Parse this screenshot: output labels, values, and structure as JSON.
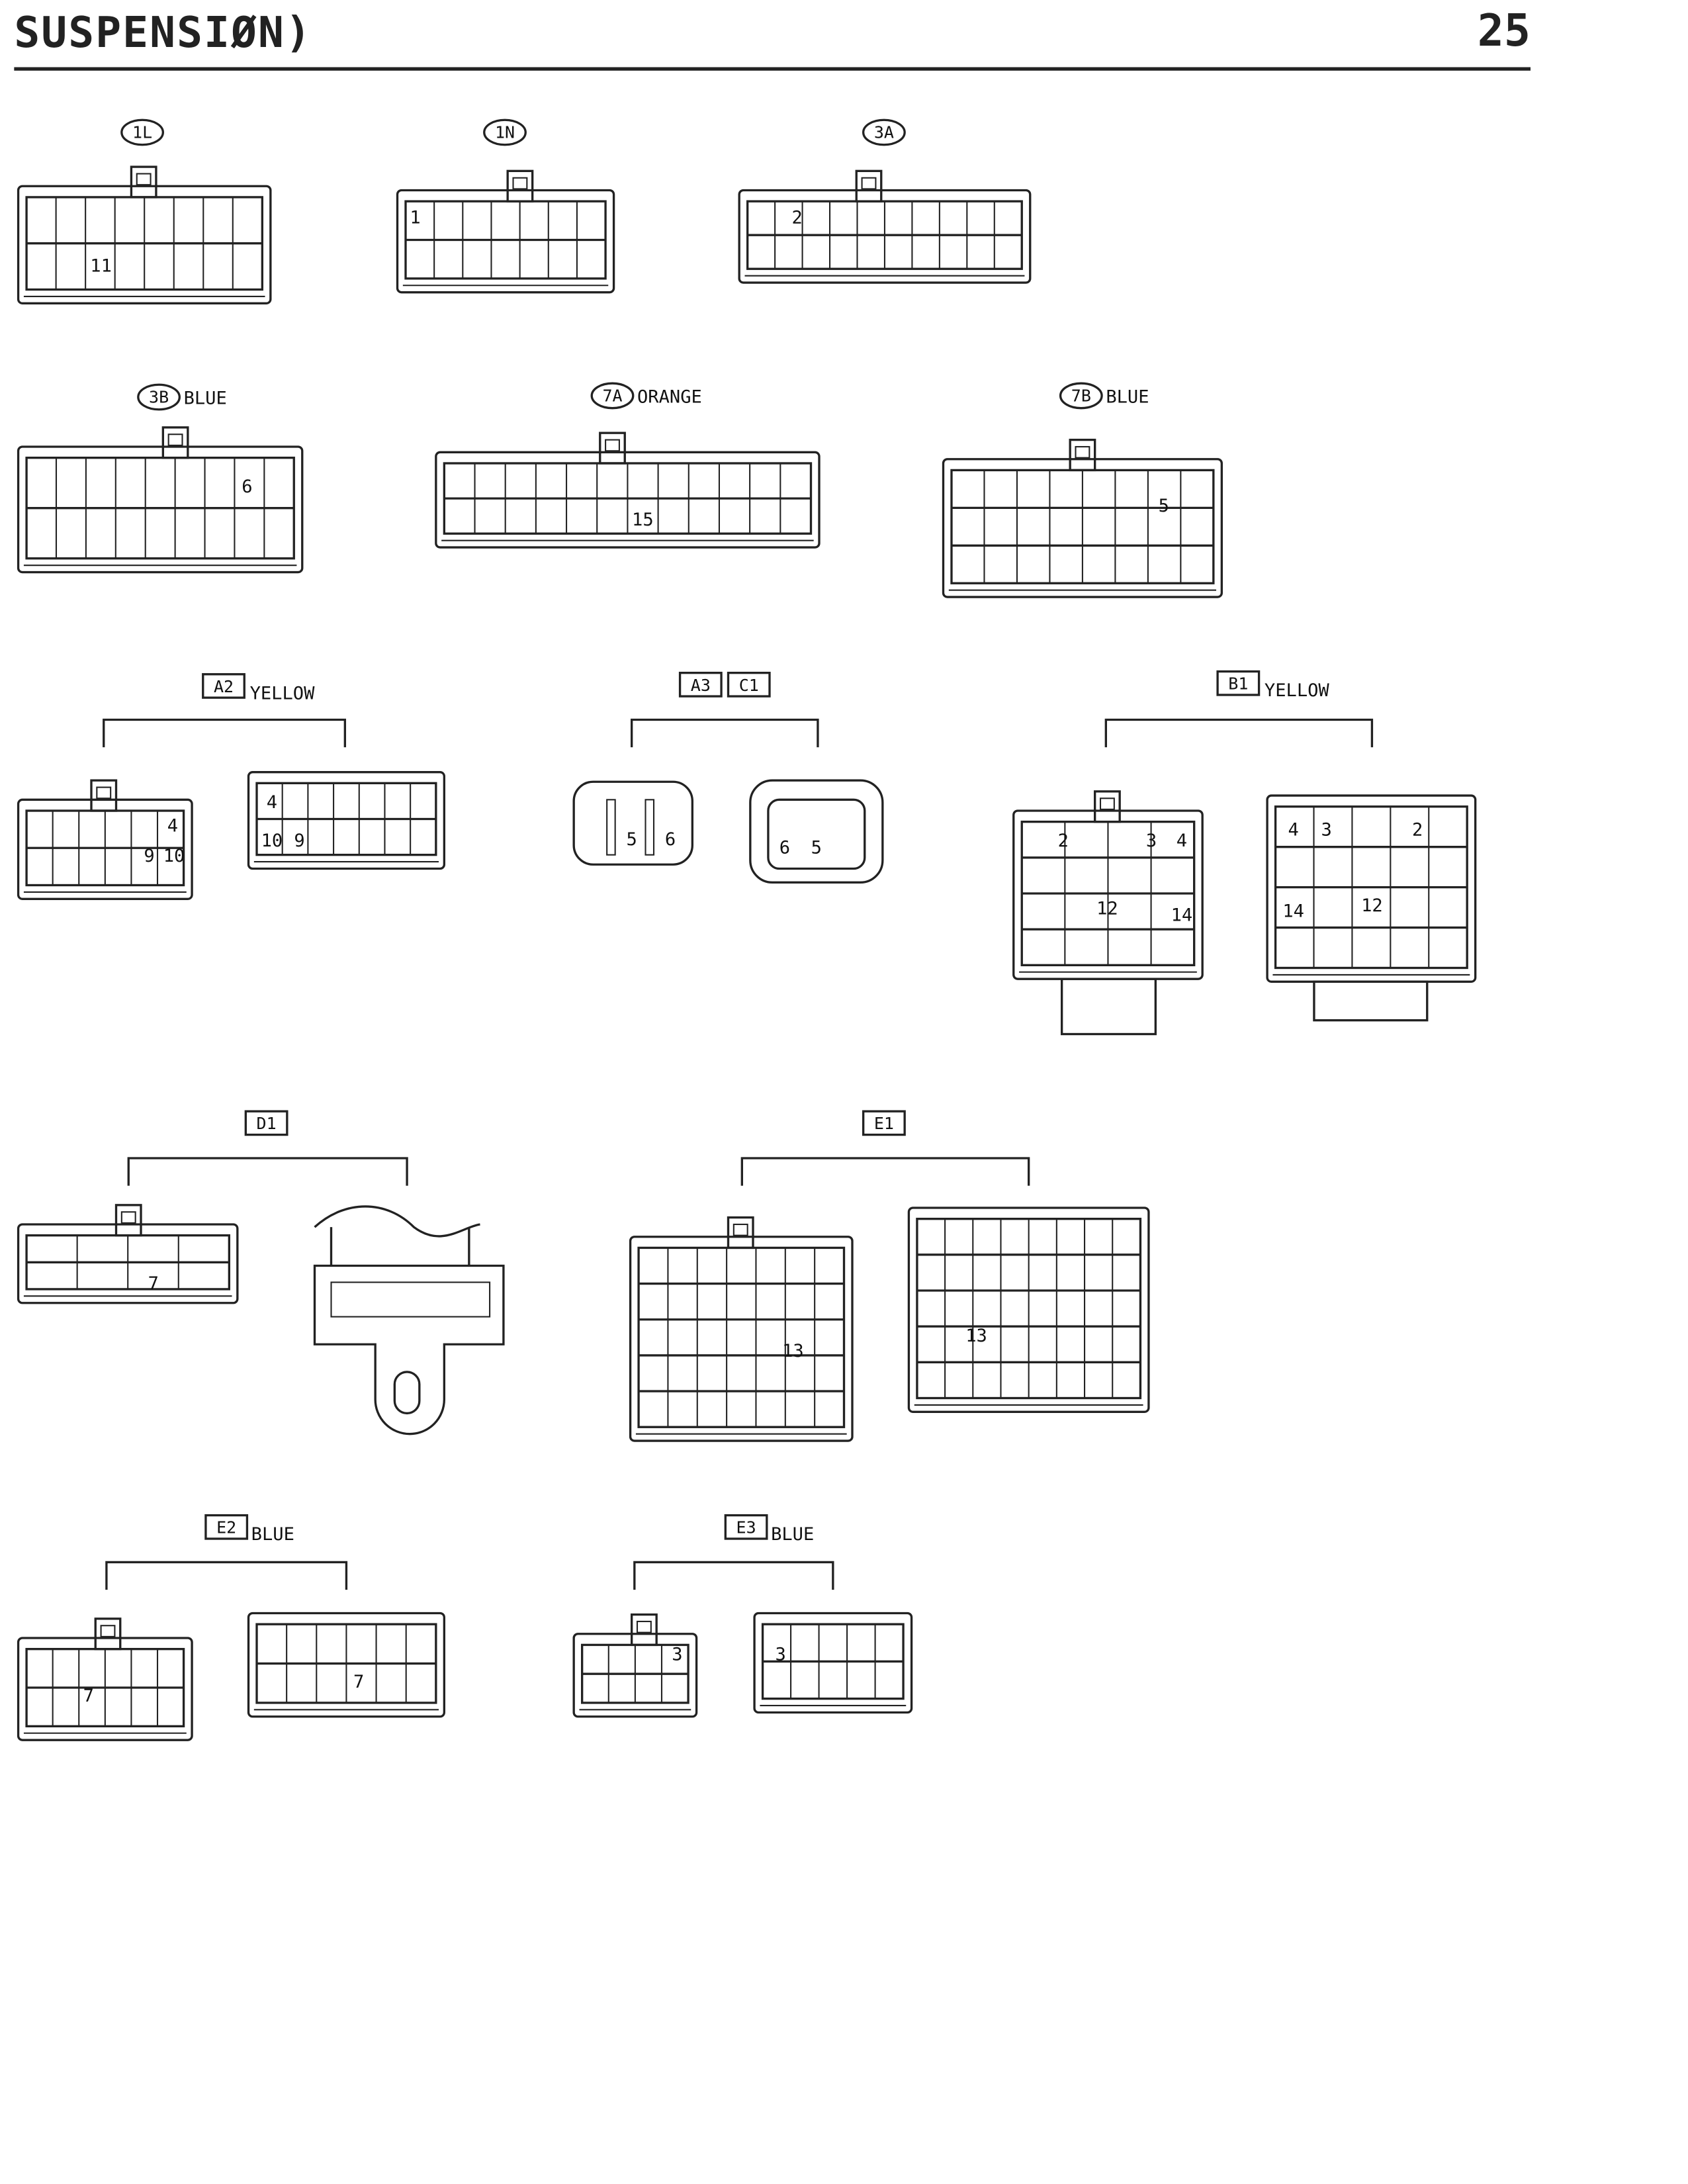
{
  "header": {
    "title": "SUSPENSIØN)",
    "page": "25"
  },
  "connectors": [
    {
      "code": "1L",
      "pins": [
        "11"
      ]
    },
    {
      "code": "1N",
      "pins": [
        "1"
      ]
    },
    {
      "code": "3A",
      "pins": [
        "2"
      ]
    },
    {
      "code": "3B",
      "color": "BLUE",
      "pins": [
        "6"
      ]
    },
    {
      "code": "7A",
      "color": "ORANGE",
      "pins": [
        "15"
      ]
    },
    {
      "code": "7B",
      "color": "BLUE",
      "pins": [
        "5"
      ]
    },
    {
      "code": "A2",
      "color": "YELLOW",
      "pins_left": [
        "4",
        "9",
        "10"
      ],
      "pins_right": [
        "4",
        "10",
        "9"
      ]
    },
    {
      "code": "A3",
      "pins_left": [
        "5",
        "6"
      ]
    },
    {
      "code": "C1",
      "pins_right": [
        "6",
        "5"
      ]
    },
    {
      "code": "B1",
      "color": "YELLOW",
      "pins_left": [
        "2",
        "3",
        "4",
        "12",
        "14"
      ],
      "pins_right": [
        "4",
        "3",
        "2",
        "14",
        "12"
      ]
    },
    {
      "code": "D1",
      "pins_left": [
        "7"
      ]
    },
    {
      "code": "E1",
      "pins_left": [
        "13"
      ],
      "pins_right": [
        "13"
      ]
    },
    {
      "code": "E2",
      "color": "BLUE",
      "pins_left": [
        "7"
      ],
      "pins_right": [
        "7"
      ]
    },
    {
      "code": "E3",
      "color": "BLUE",
      "pins_left": [
        "3"
      ],
      "pins_right": [
        "3"
      ]
    }
  ]
}
